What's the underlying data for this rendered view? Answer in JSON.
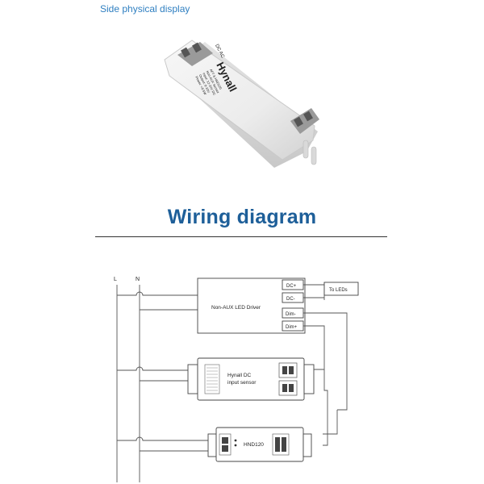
{
  "header": {
    "caption": "Side physical display"
  },
  "product_photo": {
    "brand": "Hynall",
    "terminal_label": "DC AC",
    "label_lines": [
      "AFT & HND120",
      "Non-AUX Sensor",
      "Input: 12-24V DC",
      "Output: 0-10V",
      "Power: <0.5W"
    ]
  },
  "section": {
    "title": "Wiring diagram"
  },
  "diagram": {
    "line_L": "L",
    "line_N": "N",
    "driver_label": "Non-AUX LED Driver",
    "terminals": [
      "DC+",
      "DC-",
      "Dim-",
      "Dim+"
    ],
    "leds_label": "To LEDs",
    "sensor_label_1": "Hynall DC",
    "sensor_label_2": "input sensor",
    "switch_label": "HND120"
  }
}
